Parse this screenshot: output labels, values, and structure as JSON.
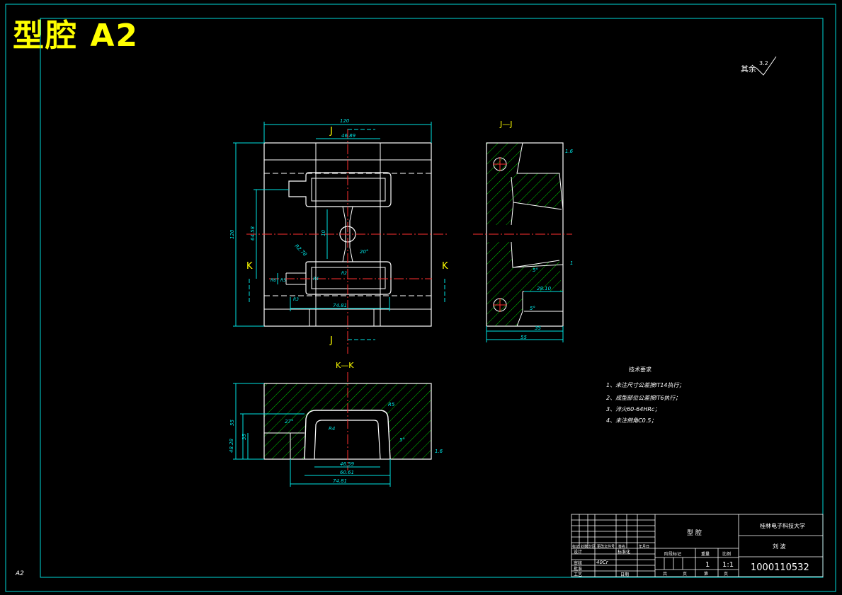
{
  "header": {
    "title": "型腔 A2",
    "sheet_size": "A2"
  },
  "surface_note": {
    "prefix": "其余",
    "value": "3.2"
  },
  "views": {
    "section_jj": "J—J",
    "section_kk": "K—K",
    "cut_label_j": "J",
    "cut_label_k": "K"
  },
  "dimensions": {
    "front": {
      "width": "120",
      "inner_width": "46.89",
      "height": "120",
      "side_vert": "64.58",
      "center_gap": "10",
      "angle": "20°",
      "r_slot": "R2.78",
      "bottom_len": "74.81",
      "small_a": "R6",
      "small_b": "R5",
      "small_c": "R3",
      "small_d": "R4",
      "gate": "R2"
    },
    "jj": {
      "depth_35": "35",
      "depth_55": "55",
      "len_28": "28.10",
      "angle_5a": "5°",
      "angle_5b": "5°",
      "r_top": "1.6",
      "one": "1"
    },
    "kk": {
      "h55": "55",
      "h35": "35",
      "h48": "48.28",
      "w1": "46.59",
      "w2": "60.61",
      "w3": "74.81",
      "ang27": "27°",
      "ang5": "5°",
      "r30": "R5",
      "r_inner": "R4",
      "rough": "1.6"
    }
  },
  "technical_requirements": {
    "heading": "技术要求",
    "items": [
      "1、未注尺寸公差按IT14执行；",
      "2、成型部位公差按IT6执行；",
      "3、淬火60-64HRc；",
      "4、未注倒角C0.5；"
    ]
  },
  "title_block": {
    "part_name": "型 腔",
    "school": "桂林电子科技大学",
    "designer": "刘 波",
    "material": "40Cr",
    "drawing_number": "1000110532",
    "scale": "1:1",
    "quantity": "1",
    "rows_labels": [
      "标记",
      "处数",
      "分区",
      "更改文件号",
      "签名",
      "年月日"
    ],
    "left_labels": [
      "设计",
      "标准化",
      "审核",
      "工艺",
      "批准"
    ],
    "col_stage": "阶段标记",
    "col_weight": "重量",
    "col_scale": "比例",
    "sheet_total": "共",
    "sheet_no": "第",
    "page": "页",
    "date_label": "日期"
  },
  "colors": {
    "frame": "#00d8d8",
    "outline": "#ffffff",
    "dimension": "#00e5e5",
    "center": "#ff3030",
    "hatch": "#00c800",
    "title": "#ffff00"
  }
}
